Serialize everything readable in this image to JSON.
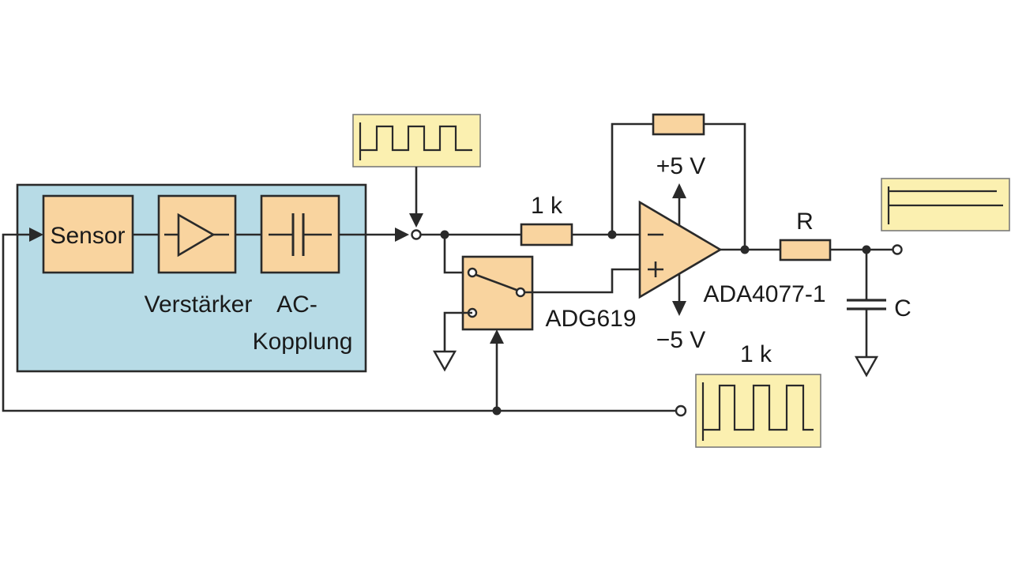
{
  "labels": {
    "sensor": "Sensor",
    "amplifier": "Verstärker",
    "ac_coupling_line1": "AC-",
    "ac_coupling_line2": "Kopplung",
    "input_resistor": "1 k",
    "supply_positive": "+5 V",
    "supply_negative": "−5 V",
    "opamp": "ADA4077-1",
    "switch": "ADG619",
    "output_resistor": "R",
    "output_capacitor": "C",
    "clock_resistor": "1 k"
  },
  "colors": {
    "block_background": "#b7dbe6",
    "component_fill": "#f9d49f",
    "scope_fill": "#fbf0b0",
    "wire": "#2a2a2a"
  }
}
